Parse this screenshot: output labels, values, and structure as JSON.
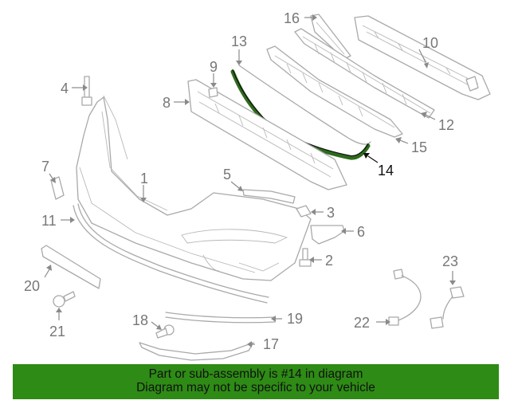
{
  "callouts": {
    "c1": "1",
    "c2": "2",
    "c3": "3",
    "c4": "4",
    "c5": "5",
    "c6": "6",
    "c7": "7",
    "c8": "8",
    "c9": "9",
    "c10": "10",
    "c11": "11",
    "c12": "12",
    "c13": "13",
    "c14": "14",
    "c15": "15",
    "c16": "16",
    "c17": "17",
    "c18": "18",
    "c19": "19",
    "c20": "20",
    "c21": "21",
    "c22": "22",
    "c23": "23"
  },
  "highlighted_part": "14",
  "colors": {
    "highlight_part": "#2d6b1c",
    "banner_background": "#2e8b15",
    "line_art": "#a9a9a9"
  },
  "banner": {
    "line1": "Part or sub-assembly is #14 in diagram",
    "line2": "Diagram may not be specific to your vehicle"
  }
}
